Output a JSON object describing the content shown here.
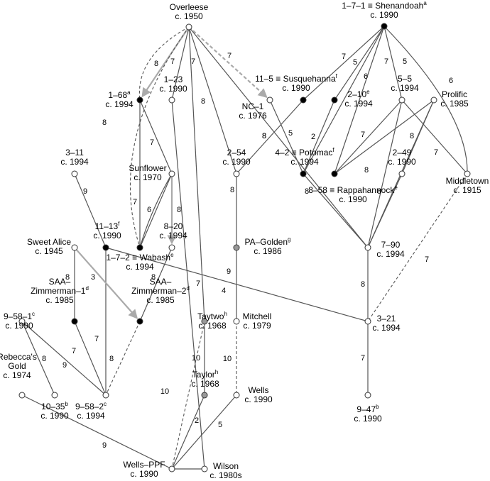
{
  "colors": {
    "open": "#ffffff",
    "filled": "#000000",
    "gray": "#999999",
    "edge": "#555555",
    "arrow": "#aaaaaa"
  },
  "nodes": [
    {
      "id": "overleese",
      "name": "Overleese",
      "sup": "",
      "date": "c. 1950",
      "fill": "open"
    },
    {
      "id": "shenandoah",
      "name": "1–7–1 ≡ Shenandoah",
      "sup": "a",
      "date": "c. 1990",
      "fill": "filled"
    },
    {
      "id": "n168",
      "name": "1–68",
      "sup": "a",
      "date": "c. 1994",
      "fill": "filled"
    },
    {
      "id": "n123",
      "name": "1–23",
      "sup": "",
      "date": "c. 1990",
      "fill": "open"
    },
    {
      "id": "nc1",
      "name": "NC–1",
      "sup": "",
      "date": "c. 1976",
      "fill": "open"
    },
    {
      "id": "susquehanna",
      "name": "11–5 ≡ Susquehanna",
      "sup": "f",
      "date": "c. 1990",
      "fill": "filled"
    },
    {
      "id": "n210",
      "name": "2–10",
      "sup": "e",
      "date": "c. 1994",
      "fill": "filled"
    },
    {
      "id": "n55",
      "name": "5–5",
      "sup": "",
      "date": "c. 1994",
      "fill": "open"
    },
    {
      "id": "prolific",
      "name": "Prolific",
      "sup": "",
      "date": "c. 1985",
      "fill": "open"
    },
    {
      "id": "n311",
      "name": "3–11",
      "sup": "",
      "date": "c. 1994",
      "fill": "open"
    },
    {
      "id": "sunflower",
      "name": "Sunflower",
      "sup": "",
      "date": "c. 1970",
      "fill": "open"
    },
    {
      "id": "n254",
      "name": "2–54",
      "sup": "",
      "date": "c. 1990",
      "fill": "open"
    },
    {
      "id": "potomac",
      "name": "4–2 ≡ Potomac",
      "sup": "f",
      "date": "c. 1994",
      "fill": "filled"
    },
    {
      "id": "n249",
      "name": "2–49",
      "sup": "",
      "date": "c. 1990",
      "fill": "open"
    },
    {
      "id": "rappahannock",
      "name": "8–58 ≡ Rappahannock",
      "sup": "e",
      "date": "c. 1990",
      "fill": "filled"
    },
    {
      "id": "middletown",
      "name": "Middletown",
      "sup": "",
      "date": "c. 1915",
      "fill": "open"
    },
    {
      "id": "n1113",
      "name": "11–13",
      "sup": "f",
      "date": "c. 1990",
      "fill": "filled"
    },
    {
      "id": "n820",
      "name": "8–20",
      "sup": "",
      "date": "c. 1994",
      "fill": "open"
    },
    {
      "id": "wabash",
      "name": "1–7–2 ≡ Wabash",
      "sup": "e",
      "date": "c. 1994",
      "fill": "filled"
    },
    {
      "id": "sweetalice",
      "name": "Sweet Alice",
      "sup": "",
      "date": "c. 1945",
      "fill": "open"
    },
    {
      "id": "pagolden",
      "name": "PA–Golden",
      "sup": "g",
      "date": "c. 1986",
      "fill": "gray"
    },
    {
      "id": "n790",
      "name": "7–90",
      "sup": "",
      "date": "c. 1994",
      "fill": "open"
    },
    {
      "id": "saaz1",
      "name": "SAA–Zimmerman–1",
      "sup": "d",
      "date": "c. 1985",
      "fill": "filled"
    },
    {
      "id": "saaz2",
      "name": "SAA–Zimmerman–2",
      "sup": "d",
      "date": "c. 1985",
      "fill": "filled"
    },
    {
      "id": "taytwo",
      "name": "Taytwo",
      "sup": "h",
      "date": "c. 1968",
      "fill": "gray"
    },
    {
      "id": "mitchell",
      "name": "Mitchell",
      "sup": "",
      "date": "c. 1979",
      "fill": "open"
    },
    {
      "id": "n321",
      "name": "3–21",
      "sup": "",
      "date": "c. 1994",
      "fill": "open"
    },
    {
      "id": "n9581",
      "name": "9–58–1",
      "sup": "c",
      "date": "c. 1990",
      "fill": "open"
    },
    {
      "id": "rebecca",
      "name": "Rebecca's Gold",
      "sup": "",
      "date": "c. 1974",
      "fill": "open"
    },
    {
      "id": "n1035",
      "name": "10–35",
      "sup": "b",
      "date": "c. 1990",
      "fill": "open"
    },
    {
      "id": "n9582",
      "name": "9–58–2",
      "sup": "c",
      "date": "c. 1994",
      "fill": "open"
    },
    {
      "id": "taylor",
      "name": "Taylor",
      "sup": "h",
      "date": "c. 1968",
      "fill": "gray"
    },
    {
      "id": "wells",
      "name": "Wells",
      "sup": "",
      "date": "c. 1990",
      "fill": "open"
    },
    {
      "id": "n947",
      "name": "9–47",
      "sup": "b",
      "date": "c. 1990",
      "fill": "open"
    },
    {
      "id": "wellsppf",
      "name": "Wells–PPF",
      "sup": "",
      "date": "c. 1990",
      "fill": "open"
    },
    {
      "id": "wilson",
      "name": "Wilson",
      "sup": "",
      "date": "c. 1980s",
      "fill": "open"
    }
  ],
  "edges": [
    {
      "from": "overleese",
      "to": "n168",
      "label": "8",
      "style": "arrow"
    },
    {
      "from": "overleese",
      "to": "n168",
      "label": "",
      "style": "dashed"
    },
    {
      "from": "overleese",
      "to": "n123",
      "label": "7",
      "style": "solid"
    },
    {
      "from": "overleese",
      "to": "taytwo",
      "label": "7",
      "style": "solid"
    },
    {
      "from": "overleese",
      "to": "nc1",
      "label": "7",
      "style": "arrow-dashed"
    },
    {
      "from": "overleese",
      "to": "n254",
      "label": "8",
      "style": "solid"
    },
    {
      "from": "overleese",
      "to": "n790",
      "label": "8",
      "style": "solid"
    },
    {
      "from": "overleese",
      "to": "wabash",
      "label": "8",
      "style": "dashed"
    },
    {
      "from": "shenandoah",
      "to": "susquehanna",
      "label": "7",
      "style": "solid"
    },
    {
      "from": "shenandoah",
      "to": "potomac",
      "label": "5",
      "style": "solid"
    },
    {
      "from": "shenandoah",
      "to": "rappahannock",
      "label": "6",
      "style": "solid"
    },
    {
      "from": "shenandoah",
      "to": "n210",
      "label": "7",
      "style": "solid"
    },
    {
      "from": "shenandoah",
      "to": "n55",
      "label": "5",
      "style": "solid"
    },
    {
      "from": "shenandoah",
      "to": "middletown",
      "label": "6",
      "style": "solid"
    },
    {
      "from": "n168",
      "to": "wabash",
      "label": "",
      "style": "solid"
    },
    {
      "from": "n168",
      "to": "sunflower",
      "label": "7",
      "style": "solid"
    },
    {
      "from": "nc1",
      "to": "potomac",
      "label": "5",
      "style": "solid"
    },
    {
      "from": "n210",
      "to": "potomac",
      "label": "2",
      "style": "solid"
    },
    {
      "from": "n55",
      "to": "rappahannock",
      "label": "7",
      "style": "solid"
    },
    {
      "from": "n55",
      "to": "n790",
      "label": "8",
      "style": "solid"
    },
    {
      "from": "n55",
      "to": "middletown",
      "label": "",
      "style": "solid"
    },
    {
      "from": "prolific",
      "to": "rappahannock",
      "label": "",
      "style": "solid"
    },
    {
      "from": "prolific",
      "to": "n249",
      "label": "8",
      "style": "solid"
    },
    {
      "from": "prolific",
      "to": "n790",
      "label": "7",
      "style": "solid"
    },
    {
      "from": "n311",
      "to": "n1113",
      "label": "9",
      "style": "solid"
    },
    {
      "from": "sunflower",
      "to": "wabash",
      "label": "6",
      "style": "solid"
    },
    {
      "from": "sunflower",
      "to": "wabash",
      "label": "7",
      "style": "solid"
    },
    {
      "from": "sunflower",
      "to": "n820",
      "label": "8",
      "style": "arrow"
    },
    {
      "from": "susquehanna",
      "to": "n254",
      "label": "8",
      "style": "solid"
    },
    {
      "from": "n254",
      "to": "pagolden",
      "label": "8",
      "style": "solid"
    },
    {
      "from": "potomac",
      "to": "n790",
      "label": "8",
      "style": "solid"
    },
    {
      "from": "n249",
      "to": "n790",
      "label": "8",
      "style": "solid"
    },
    {
      "from": "middletown",
      "to": "n321",
      "label": "7",
      "style": "dashed"
    },
    {
      "from": "n1113",
      "to": "n321",
      "label": "4",
      "style": "solid"
    },
    {
      "from": "n1113",
      "to": "n9582",
      "label": "7",
      "style": "solid"
    },
    {
      "from": "n820",
      "to": "saaz2",
      "label": "8",
      "style": "solid"
    },
    {
      "from": "sweetalice",
      "to": "saaz1",
      "label": "8",
      "style": "solid"
    },
    {
      "from": "sweetalice",
      "to": "saaz2",
      "label": "3",
      "style": "arrow"
    },
    {
      "from": "pagolden",
      "to": "mitchell",
      "label": "9",
      "style": "solid"
    },
    {
      "from": "n790",
      "to": "n321",
      "label": "8",
      "style": "solid"
    },
    {
      "from": "saaz1",
      "to": "n9582",
      "label": "7",
      "style": "solid"
    },
    {
      "from": "saaz2",
      "to": "n9582",
      "label": "8",
      "style": "dashed"
    },
    {
      "from": "n123",
      "to": "wilson",
      "label": "7",
      "style": "solid"
    },
    {
      "from": "taytwo",
      "to": "taylor",
      "label": "10",
      "style": "solid"
    },
    {
      "from": "taytwo",
      "to": "wellsppf",
      "label": "10",
      "style": "dashed"
    },
    {
      "from": "mitchell",
      "to": "wells",
      "label": "10",
      "style": "dashed"
    },
    {
      "from": "n321",
      "to": "n947",
      "label": "7",
      "style": "solid"
    },
    {
      "from": "n9581",
      "to": "n1035",
      "label": "8",
      "style": "solid"
    },
    {
      "from": "n9581",
      "to": "n9582",
      "label": "9",
      "style": "solid"
    },
    {
      "from": "rebecca",
      "to": "wellsppf",
      "label": "9",
      "style": "solid"
    },
    {
      "from": "taylor",
      "to": "wellsppf",
      "label": "2",
      "style": "solid"
    },
    {
      "from": "wells",
      "to": "wellsppf",
      "label": "5",
      "style": "solid"
    },
    {
      "from": "wellsppf",
      "to": "wilson",
      "label": "",
      "style": "solid"
    }
  ]
}
